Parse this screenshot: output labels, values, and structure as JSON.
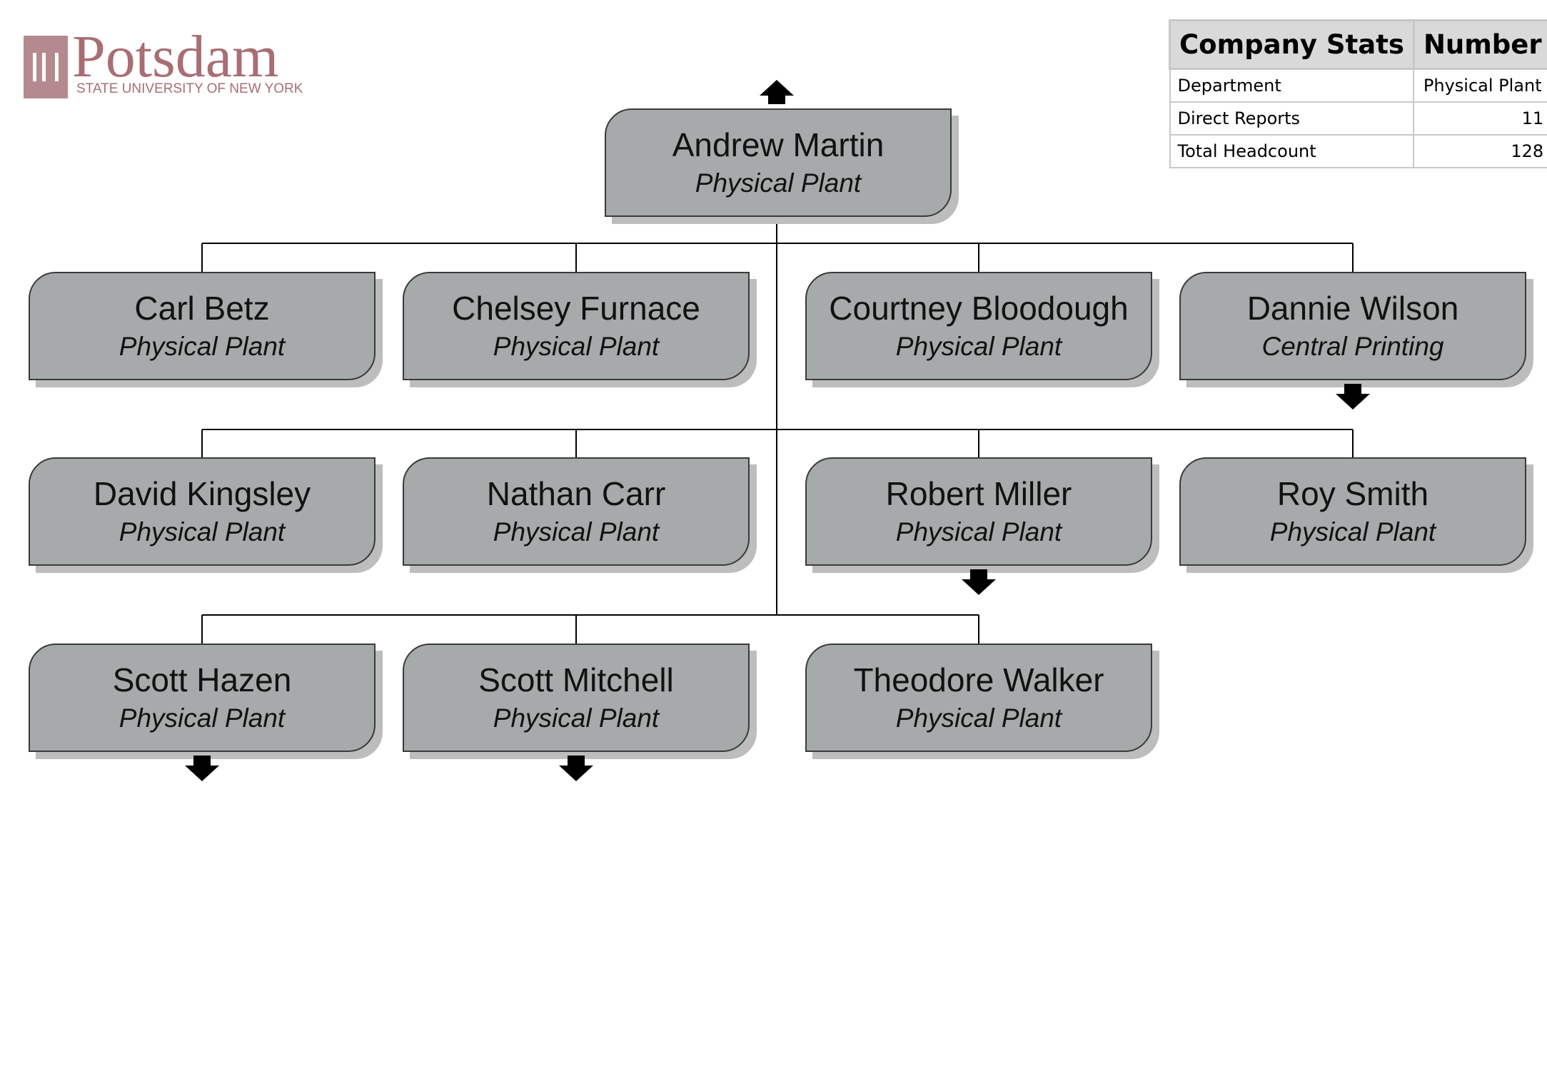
{
  "logo": {
    "name": "Potsdam",
    "subtitle": "STATE UNIVERSITY OF NEW YORK"
  },
  "stats": {
    "header_label": "Company Stats",
    "header_value": "Number",
    "rows": [
      {
        "label": "Department",
        "value": "Physical Plant"
      },
      {
        "label": "Direct Reports",
        "value": "11"
      },
      {
        "label": "Total Headcount",
        "value": "128"
      }
    ]
  },
  "colors": {
    "node_fill": "#a6aaaa",
    "node_shadow": "#bdbdbd",
    "logo": "#a86e74"
  },
  "org": {
    "root": {
      "name": "Andrew Martin",
      "dept": "Physical Plant",
      "has_parent": true
    },
    "reports": [
      {
        "name": "Carl Betz",
        "dept": "Physical Plant",
        "has_reports": false
      },
      {
        "name": "Chelsey Furnace",
        "dept": "Physical Plant",
        "has_reports": false
      },
      {
        "name": "Courtney Bloodough",
        "dept": "Physical Plant",
        "has_reports": false
      },
      {
        "name": "Dannie Wilson",
        "dept": "Central Printing",
        "has_reports": true
      },
      {
        "name": "David Kingsley",
        "dept": "Physical Plant",
        "has_reports": false
      },
      {
        "name": "Nathan Carr",
        "dept": "Physical Plant",
        "has_reports": false
      },
      {
        "name": "Robert Miller",
        "dept": "Physical Plant",
        "has_reports": true
      },
      {
        "name": "Roy Smith",
        "dept": "Physical Plant",
        "has_reports": false
      },
      {
        "name": "Scott Hazen",
        "dept": "Physical Plant",
        "has_reports": true
      },
      {
        "name": "Scott Mitchell",
        "dept": "Physical Plant",
        "has_reports": true
      },
      {
        "name": "Theodore Walker",
        "dept": "Physical Plant",
        "has_reports": false
      }
    ]
  }
}
